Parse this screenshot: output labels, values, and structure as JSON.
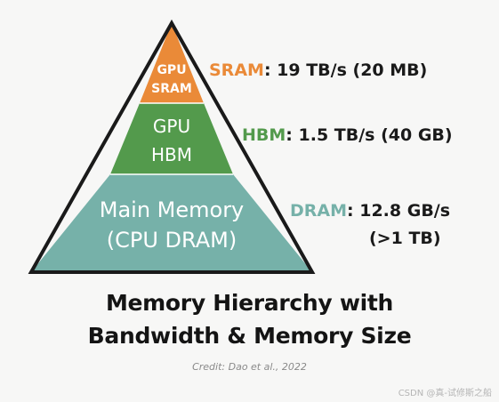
{
  "colors": {
    "sram": "#ea8a38",
    "hbm": "#539a4c",
    "dram": "#76b1a9",
    "outline": "#1a1a1a",
    "text": "#1a1a1a"
  },
  "pyramid": {
    "sram_line1": "GPU",
    "sram_line2": "SRAM",
    "hbm_line1": "GPU",
    "hbm_line2": "HBM",
    "dram_line1": "Main Memory",
    "dram_line2": "(CPU DRAM)"
  },
  "labels": {
    "sram_name": "SRAM",
    "sram_value": ": 19 TB/s (20 MB)",
    "hbm_name": "HBM",
    "hbm_value": ": 1.5 TB/s (40 GB)",
    "dram_name": "DRAM",
    "dram_value": ": 12.8 GB/s",
    "dram_value2": "(>1 TB)"
  },
  "title_line1": "Memory Hierarchy with",
  "title_line2": "Bandwidth & Memory Size",
  "credit": "Credit: Dao et al., 2022",
  "watermark": "CSDN @真-试修斯之船"
}
